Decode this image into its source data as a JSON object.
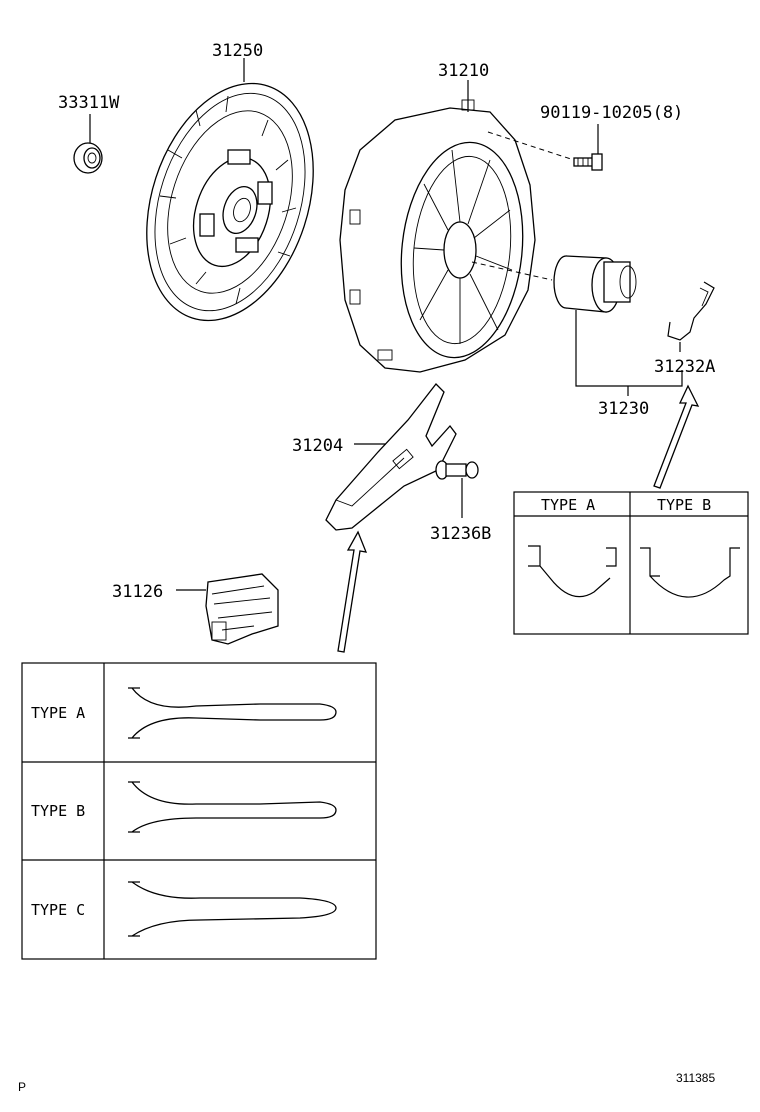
{
  "parts": {
    "p33311w": "33311W",
    "p31250": "31250",
    "p31210": "31210",
    "p90119": "90119-10205(8)",
    "p31230": "31230",
    "p31232a": "31232A",
    "p31204": "31204",
    "p31236b": "31236B",
    "p31126": "31126"
  },
  "clip_table": {
    "col_a": "TYPE A",
    "col_b": "TYPE B"
  },
  "fork_table": {
    "row_a": "TYPE A",
    "row_b": "TYPE B",
    "row_c": "TYPE C"
  },
  "footer": {
    "left_mark": "P",
    "figure_number": "311385"
  }
}
